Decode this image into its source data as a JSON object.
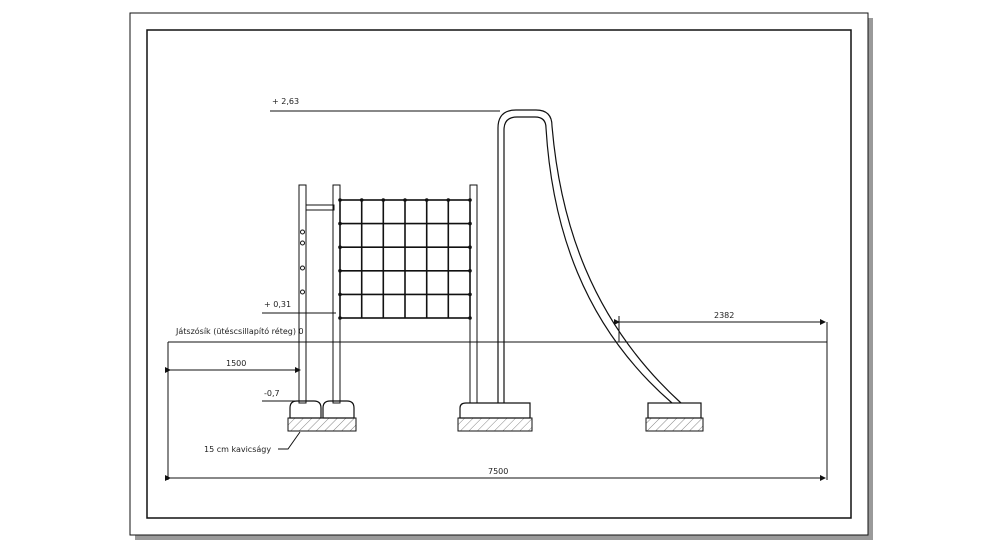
{
  "labels": {
    "elev_top": "+ 2,63",
    "elev_mid": "+ 0,31",
    "elev_low": "-0,7",
    "ground": "Játszósík (ütéscsillapító réteg) 0",
    "gravel": "15 cm kavicságy",
    "dim_1500": "1500",
    "dim_2382": "2382",
    "dim_7500": "7500"
  },
  "colors": {
    "line": "#111111",
    "shadow": "#9a9a9a",
    "hatch": "#333333"
  }
}
